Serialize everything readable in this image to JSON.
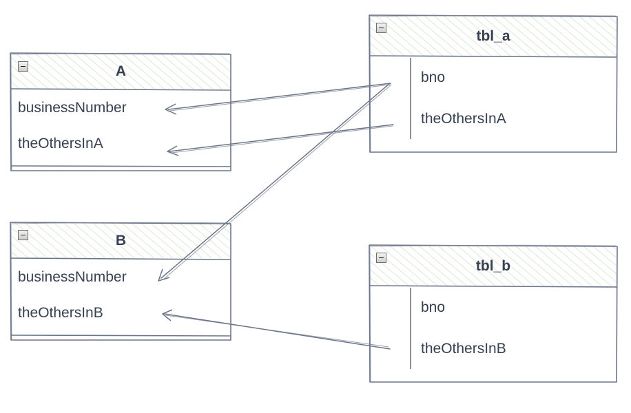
{
  "colors": {
    "stroke": "#6c7588",
    "hatch": "#c5d9bd",
    "text": "#374051"
  },
  "entities": {
    "A": {
      "title": "A",
      "fields": [
        "businessNumber",
        "theOthersInA"
      ]
    },
    "B": {
      "title": "B",
      "fields": [
        "businessNumber",
        "theOthersInB"
      ]
    },
    "tbl_a": {
      "title": "tbl_a",
      "fields": [
        "bno",
        "theOthersInA"
      ]
    },
    "tbl_b": {
      "title": "tbl_b",
      "fields": [
        "bno",
        "theOthersInB"
      ]
    }
  },
  "relations": [
    {
      "from": "tbl_a.bno",
      "to": "A.businessNumber"
    },
    {
      "from": "tbl_a.theOthersInA",
      "to": "A.theOthersInA"
    },
    {
      "from": "tbl_a.bno",
      "to": "B.businessNumber"
    },
    {
      "from": "tbl_b.theOthersInB",
      "to": "B.theOthersInB"
    }
  ]
}
